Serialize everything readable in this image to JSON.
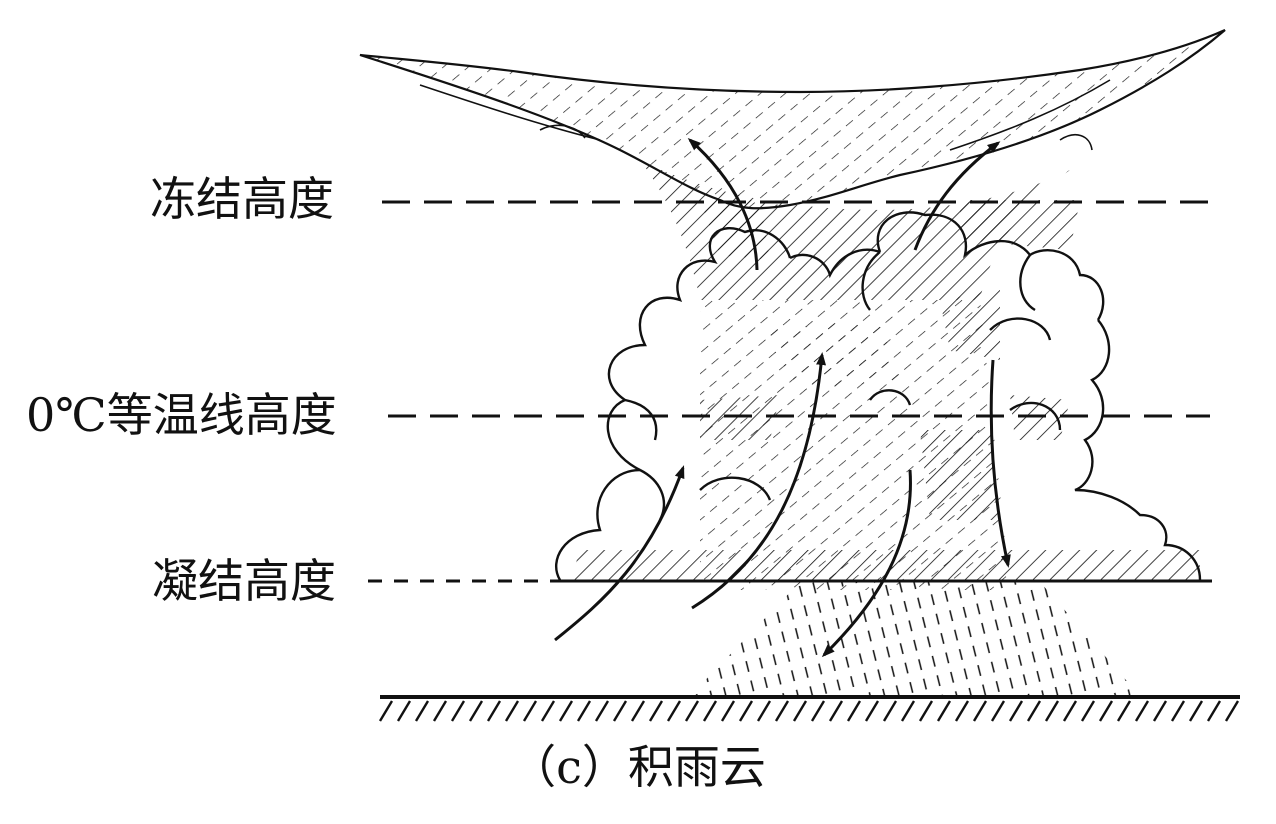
{
  "labels": {
    "freezing_level": "冻结高度",
    "zero_isotherm_level": "0℃等温线高度",
    "condensation_level": "凝结高度"
  },
  "caption": "（c）积雨云",
  "colors": {
    "ink": "#111111",
    "background": "#ffffff"
  },
  "icons": [
    "arrow-icon"
  ]
}
